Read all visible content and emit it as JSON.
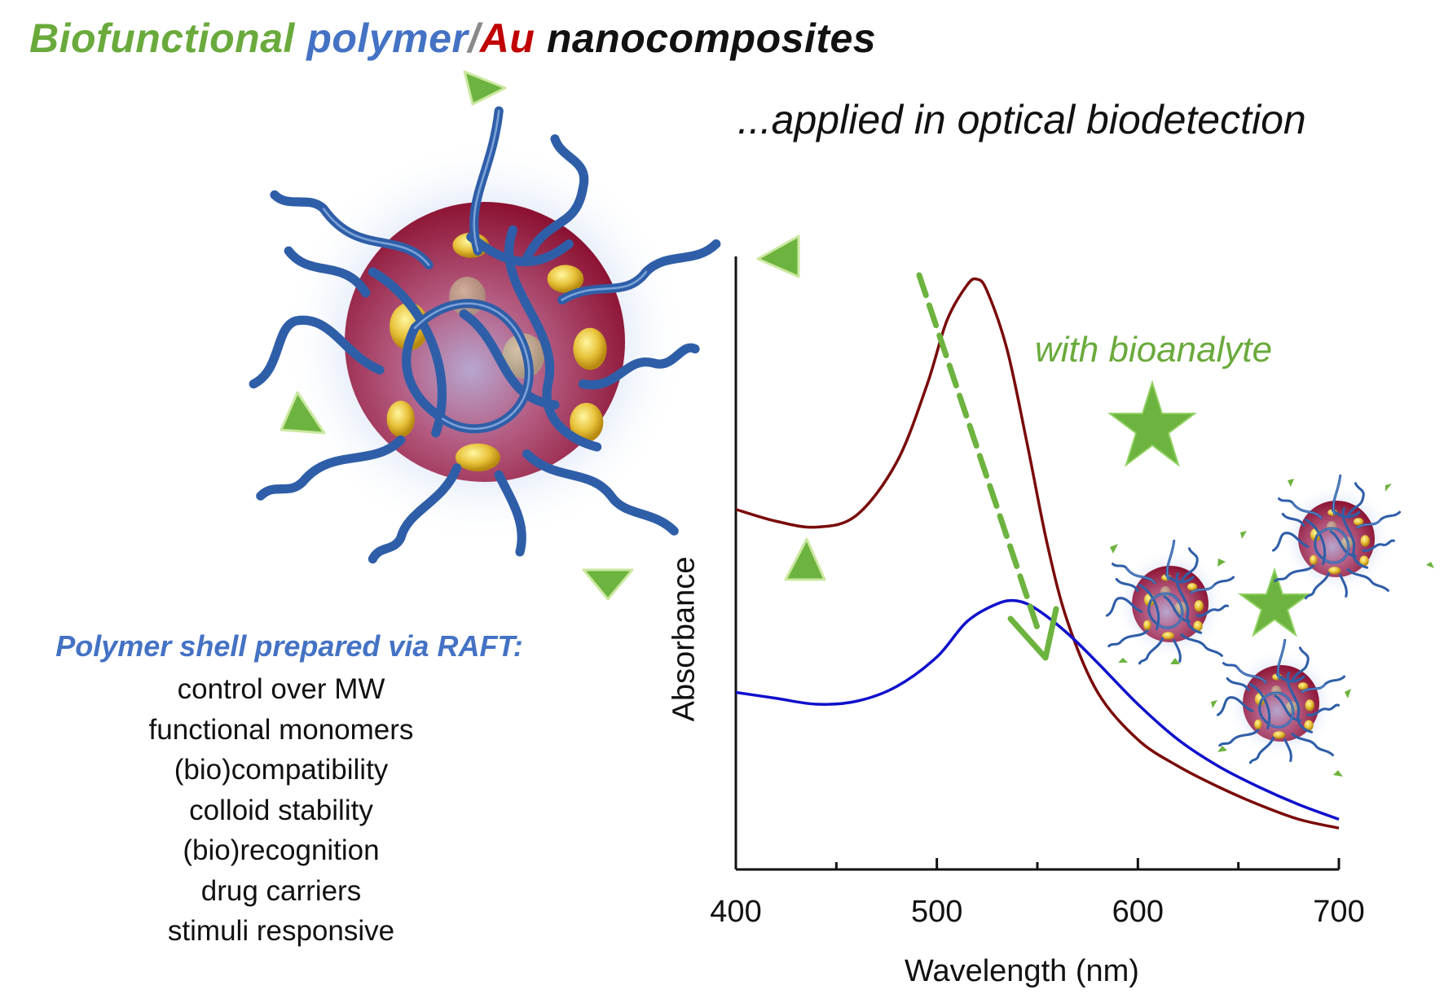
{
  "title": {
    "part1": "Biofunctional",
    "part2": "polymer",
    "part3": "/",
    "part4": "Au",
    "part5": "nanocomposites"
  },
  "subtitle": "...applied in optical biodetection",
  "annotation": "with bioanalyte",
  "raft": {
    "heading": "Polymer shell prepared via RAFT:",
    "items": [
      "control over MW",
      "functional monomers",
      "(bio)compatibility",
      "colloid stability",
      "(bio)recognition",
      "drug carriers",
      "stimuli responsive"
    ]
  },
  "colors": {
    "green": "#6aaa3c",
    "blue": "#4472c4",
    "red": "#c00000",
    "curve_before": "#7a0a0a",
    "curve_after": "#1010cc",
    "arrow_green": "#6db33f",
    "particle": "#b8344d",
    "polymer": "#2f5ea8",
    "spot": "#e8c23a"
  },
  "icons": [
    "nanoparticle-icon",
    "star-icon",
    "arrow-head-icon"
  ],
  "chart_data": {
    "type": "line",
    "xlabel": "Wavelength (nm)",
    "ylabel": "Absorbance",
    "xlim": [
      400,
      700
    ],
    "x_ticks": [
      400,
      500,
      600,
      700
    ],
    "y_ticks": [],
    "grid": false,
    "series": [
      {
        "color": "#7a0a0a",
        "x": [
          400,
          420,
          440,
          460,
          480,
          495,
          505,
          515,
          520,
          525,
          535,
          545,
          555,
          565,
          580,
          600,
          620,
          640,
          660,
          680,
          700
        ],
        "y": [
          0.61,
          0.59,
          0.58,
          0.6,
          0.69,
          0.82,
          0.93,
          0.99,
          1.0,
          0.98,
          0.88,
          0.72,
          0.55,
          0.42,
          0.3,
          0.22,
          0.175,
          0.14,
          0.11,
          0.085,
          0.07
        ]
      },
      {
        "color": "#1010cc",
        "x": [
          400,
          420,
          440,
          460,
          480,
          500,
          515,
          530,
          540,
          550,
          565,
          580,
          600,
          620,
          640,
          660,
          680,
          700
        ],
        "y": [
          0.3,
          0.29,
          0.28,
          0.285,
          0.31,
          0.36,
          0.42,
          0.45,
          0.455,
          0.44,
          0.4,
          0.35,
          0.28,
          0.22,
          0.175,
          0.14,
          0.11,
          0.085
        ]
      }
    ]
  }
}
